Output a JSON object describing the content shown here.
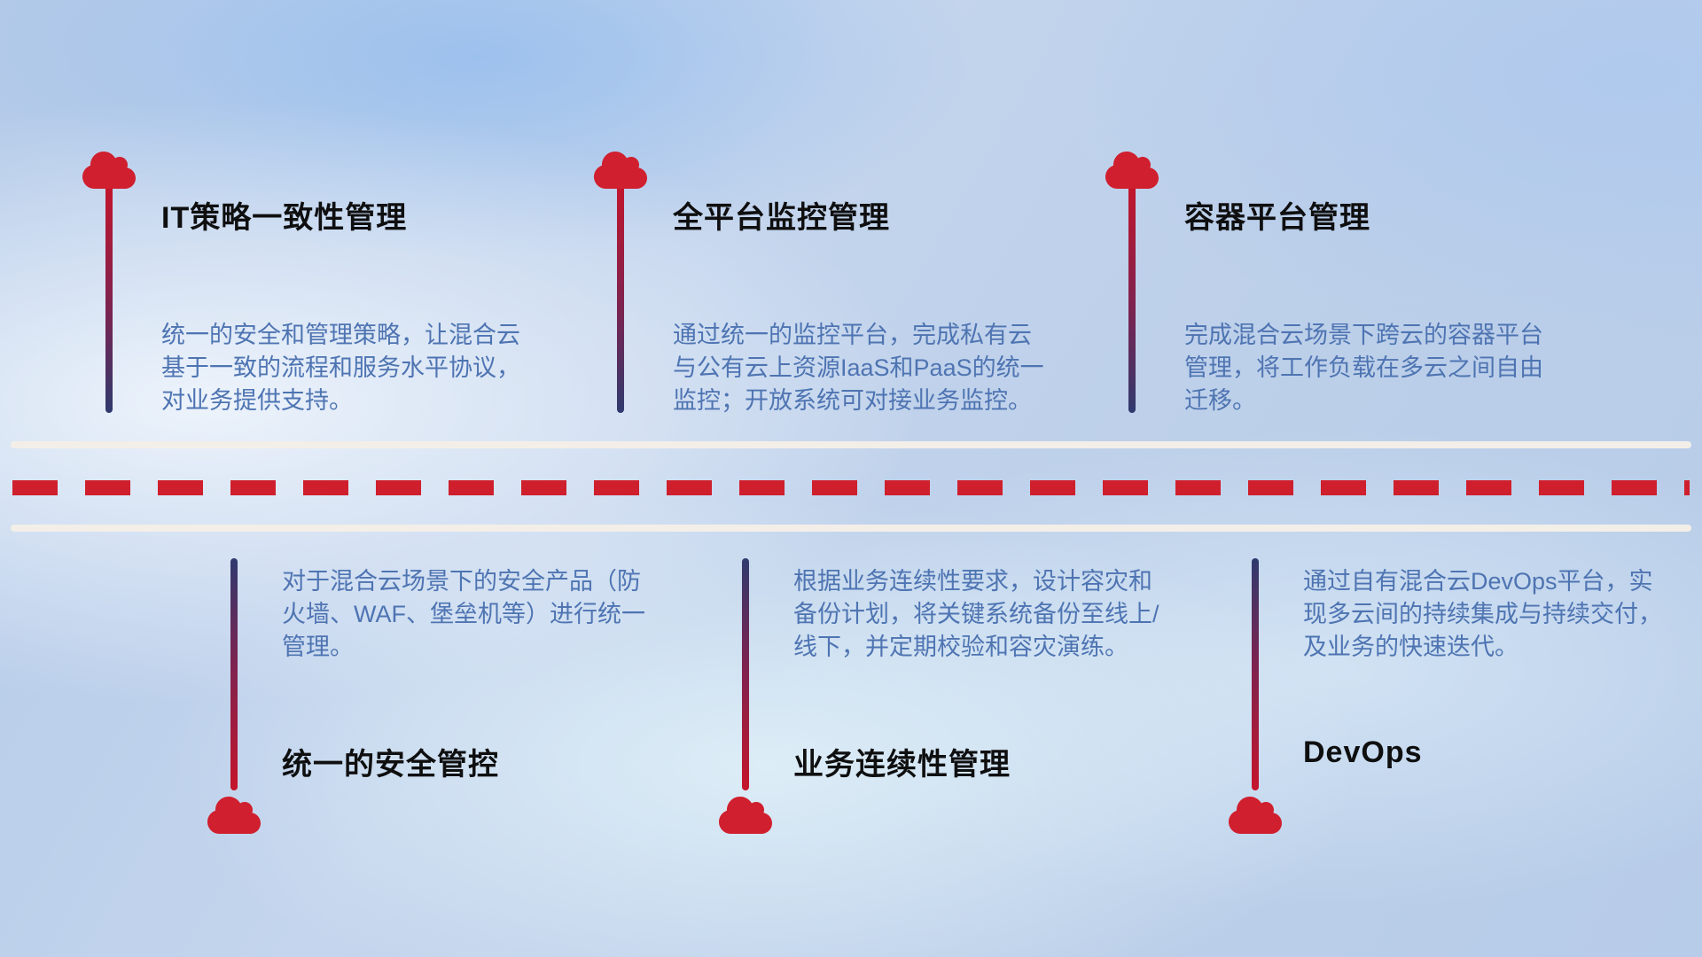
{
  "theme": {
    "cloud_color": "#d01f2e",
    "pole_red": "#c5152b",
    "pole_navy": "#2f3a6e",
    "title_color": "#0f0f10",
    "desc_color": "#4e74b2",
    "road_line_color": "#f3efe8",
    "road_dash_color": "#cf1f2d"
  },
  "top_items": [
    {
      "title": "IT策略一致性管理",
      "desc": "统一的安全和管理策略，让混合云基于一致的流程和服务水平协议，对业务提供支持。"
    },
    {
      "title": "全平台监控管理",
      "desc": "通过统一的监控平台，完成私有云与公有云上资源IaaS和PaaS的统一监控；开放系统可对接业务监控。"
    },
    {
      "title": "容器平台管理",
      "desc": "完成混合云场景下跨云的容器平台管理，将工作负载在多云之间自由迁移。"
    }
  ],
  "bottom_items": [
    {
      "title": "统一的安全管控",
      "desc": "对于混合云场景下的安全产品（防火墙、WAF、堡垒机等）进行统一管理。"
    },
    {
      "title": "业务连续性管理",
      "desc": "根据业务连续性要求，设计容灾和备份计划，将关键系统备份至线上/线下，并定期校验和容灾演练。"
    },
    {
      "title": "DevOps",
      "desc": "通过自有混合云DevOps平台，实现多云间的持续集成与持续交付，及业务的快速迭代。"
    }
  ]
}
